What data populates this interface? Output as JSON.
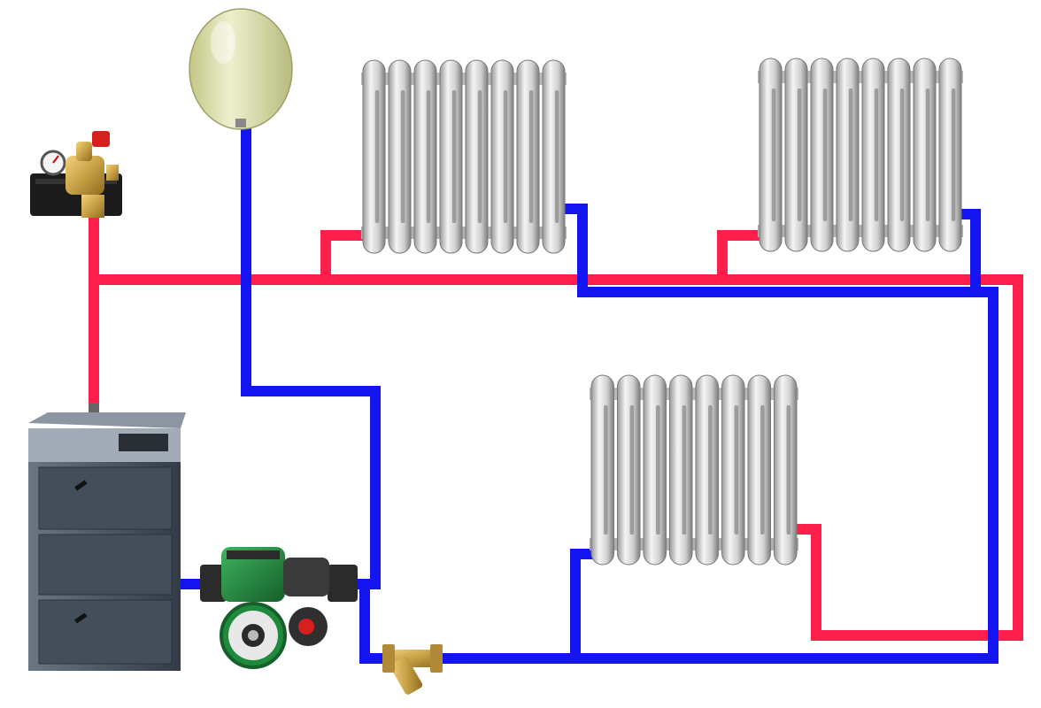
{
  "diagram": {
    "type": "two-pipe-heating-system",
    "colors": {
      "supply_pipe": "#ff1f4a",
      "return_pipe": "#1414f0",
      "radiator": "#d9d9d9",
      "boiler": "#4c5866",
      "pump_body": "#1f8a3c",
      "brass": "#c9a146",
      "expansion_tank": "#d4d8a4"
    },
    "components": [
      {
        "id": "expansion-tank",
        "icon": "expansion-tank-icon"
      },
      {
        "id": "safety-group",
        "icon": "safety-group-icon"
      },
      {
        "id": "boiler",
        "icon": "boiler-icon"
      },
      {
        "id": "circulation-pump",
        "icon": "pump-icon"
      },
      {
        "id": "strainer-filter",
        "icon": "strainer-icon"
      },
      {
        "id": "radiator-upper-left",
        "icon": "radiator-icon",
        "sections": 8
      },
      {
        "id": "radiator-upper-right",
        "icon": "radiator-icon",
        "sections": 8
      },
      {
        "id": "radiator-lower",
        "icon": "radiator-icon",
        "sections": 8
      }
    ]
  }
}
